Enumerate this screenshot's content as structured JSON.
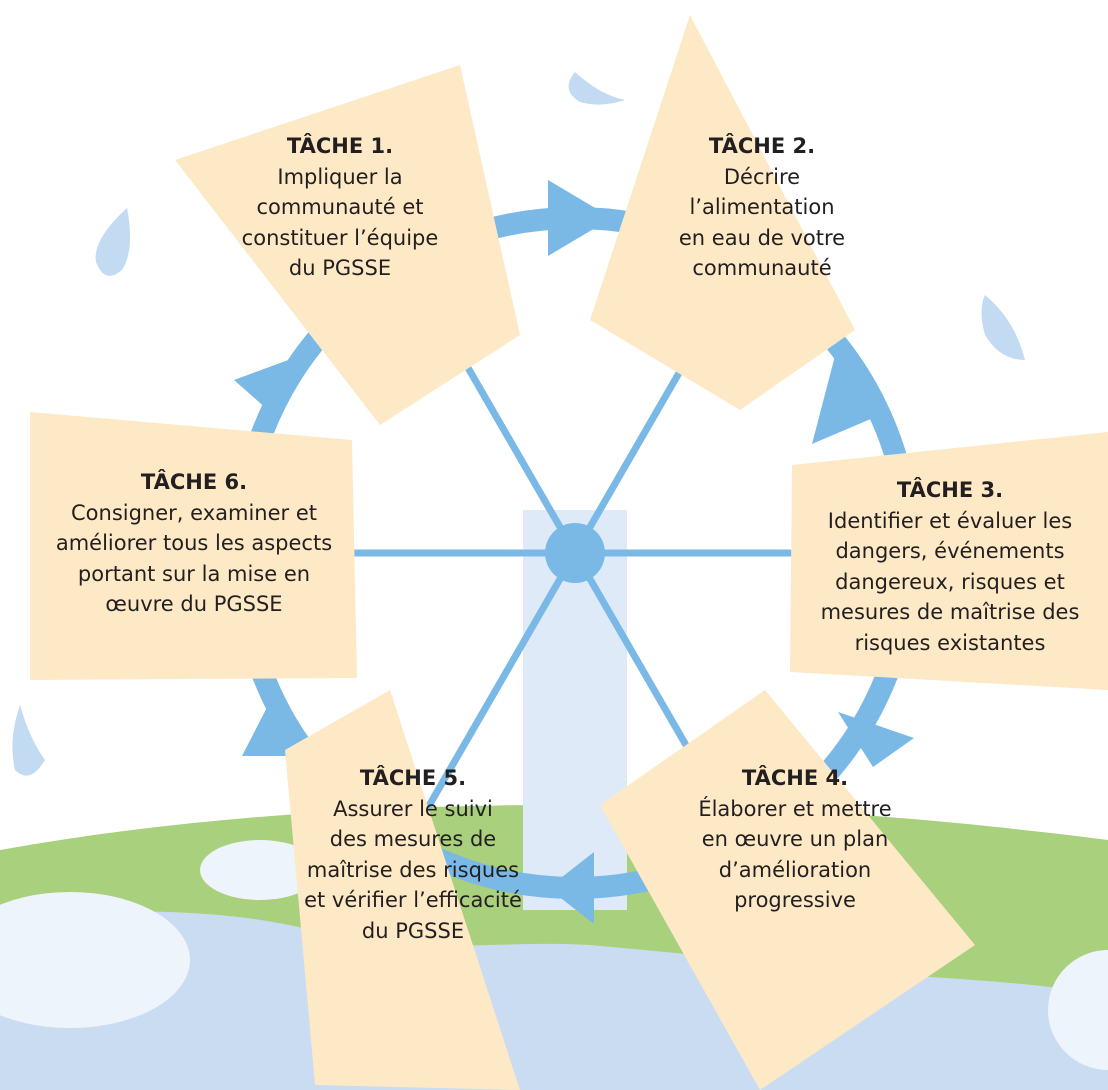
{
  "colors": {
    "card": "#fde9c6",
    "wheel": "#7ab9e6",
    "tower": "#deeaf8",
    "ground": "#a9d07c",
    "water": "#c9dcf2",
    "drop": "#c2daf2",
    "text": "#231f20"
  },
  "tasks": [
    {
      "title": "TÂCHE 1.",
      "lines": [
        "Impliquer la",
        "communauté et",
        "constituer l’équipe",
        "du PGSSE"
      ]
    },
    {
      "title": "TÂCHE 2.",
      "lines": [
        "Décrire",
        "l’alimentation",
        "en eau de votre",
        "communauté"
      ]
    },
    {
      "title": "TÂCHE 3.",
      "lines": [
        "Identifier et évaluer les",
        "dangers, événements",
        "dangereux, risques et",
        "mesures de maîtrise des",
        "risques existantes"
      ]
    },
    {
      "title": "TÂCHE 4.",
      "lines": [
        "Élaborer et mettre",
        "en œuvre un plan",
        "d’amélioration",
        "progressive"
      ]
    },
    {
      "title": "TÂCHE 5.",
      "lines": [
        "Assurer le suivi",
        "des mesures de",
        "maîtrise des risques",
        "et vérifier l’efficacité",
        "du PGSSE"
      ]
    },
    {
      "title": "TÂCHE 6.",
      "lines": [
        "Consigner, examiner et",
        "améliorer tous les aspects",
        "portant sur la mise en",
        "œuvre du PGSSE"
      ]
    }
  ]
}
